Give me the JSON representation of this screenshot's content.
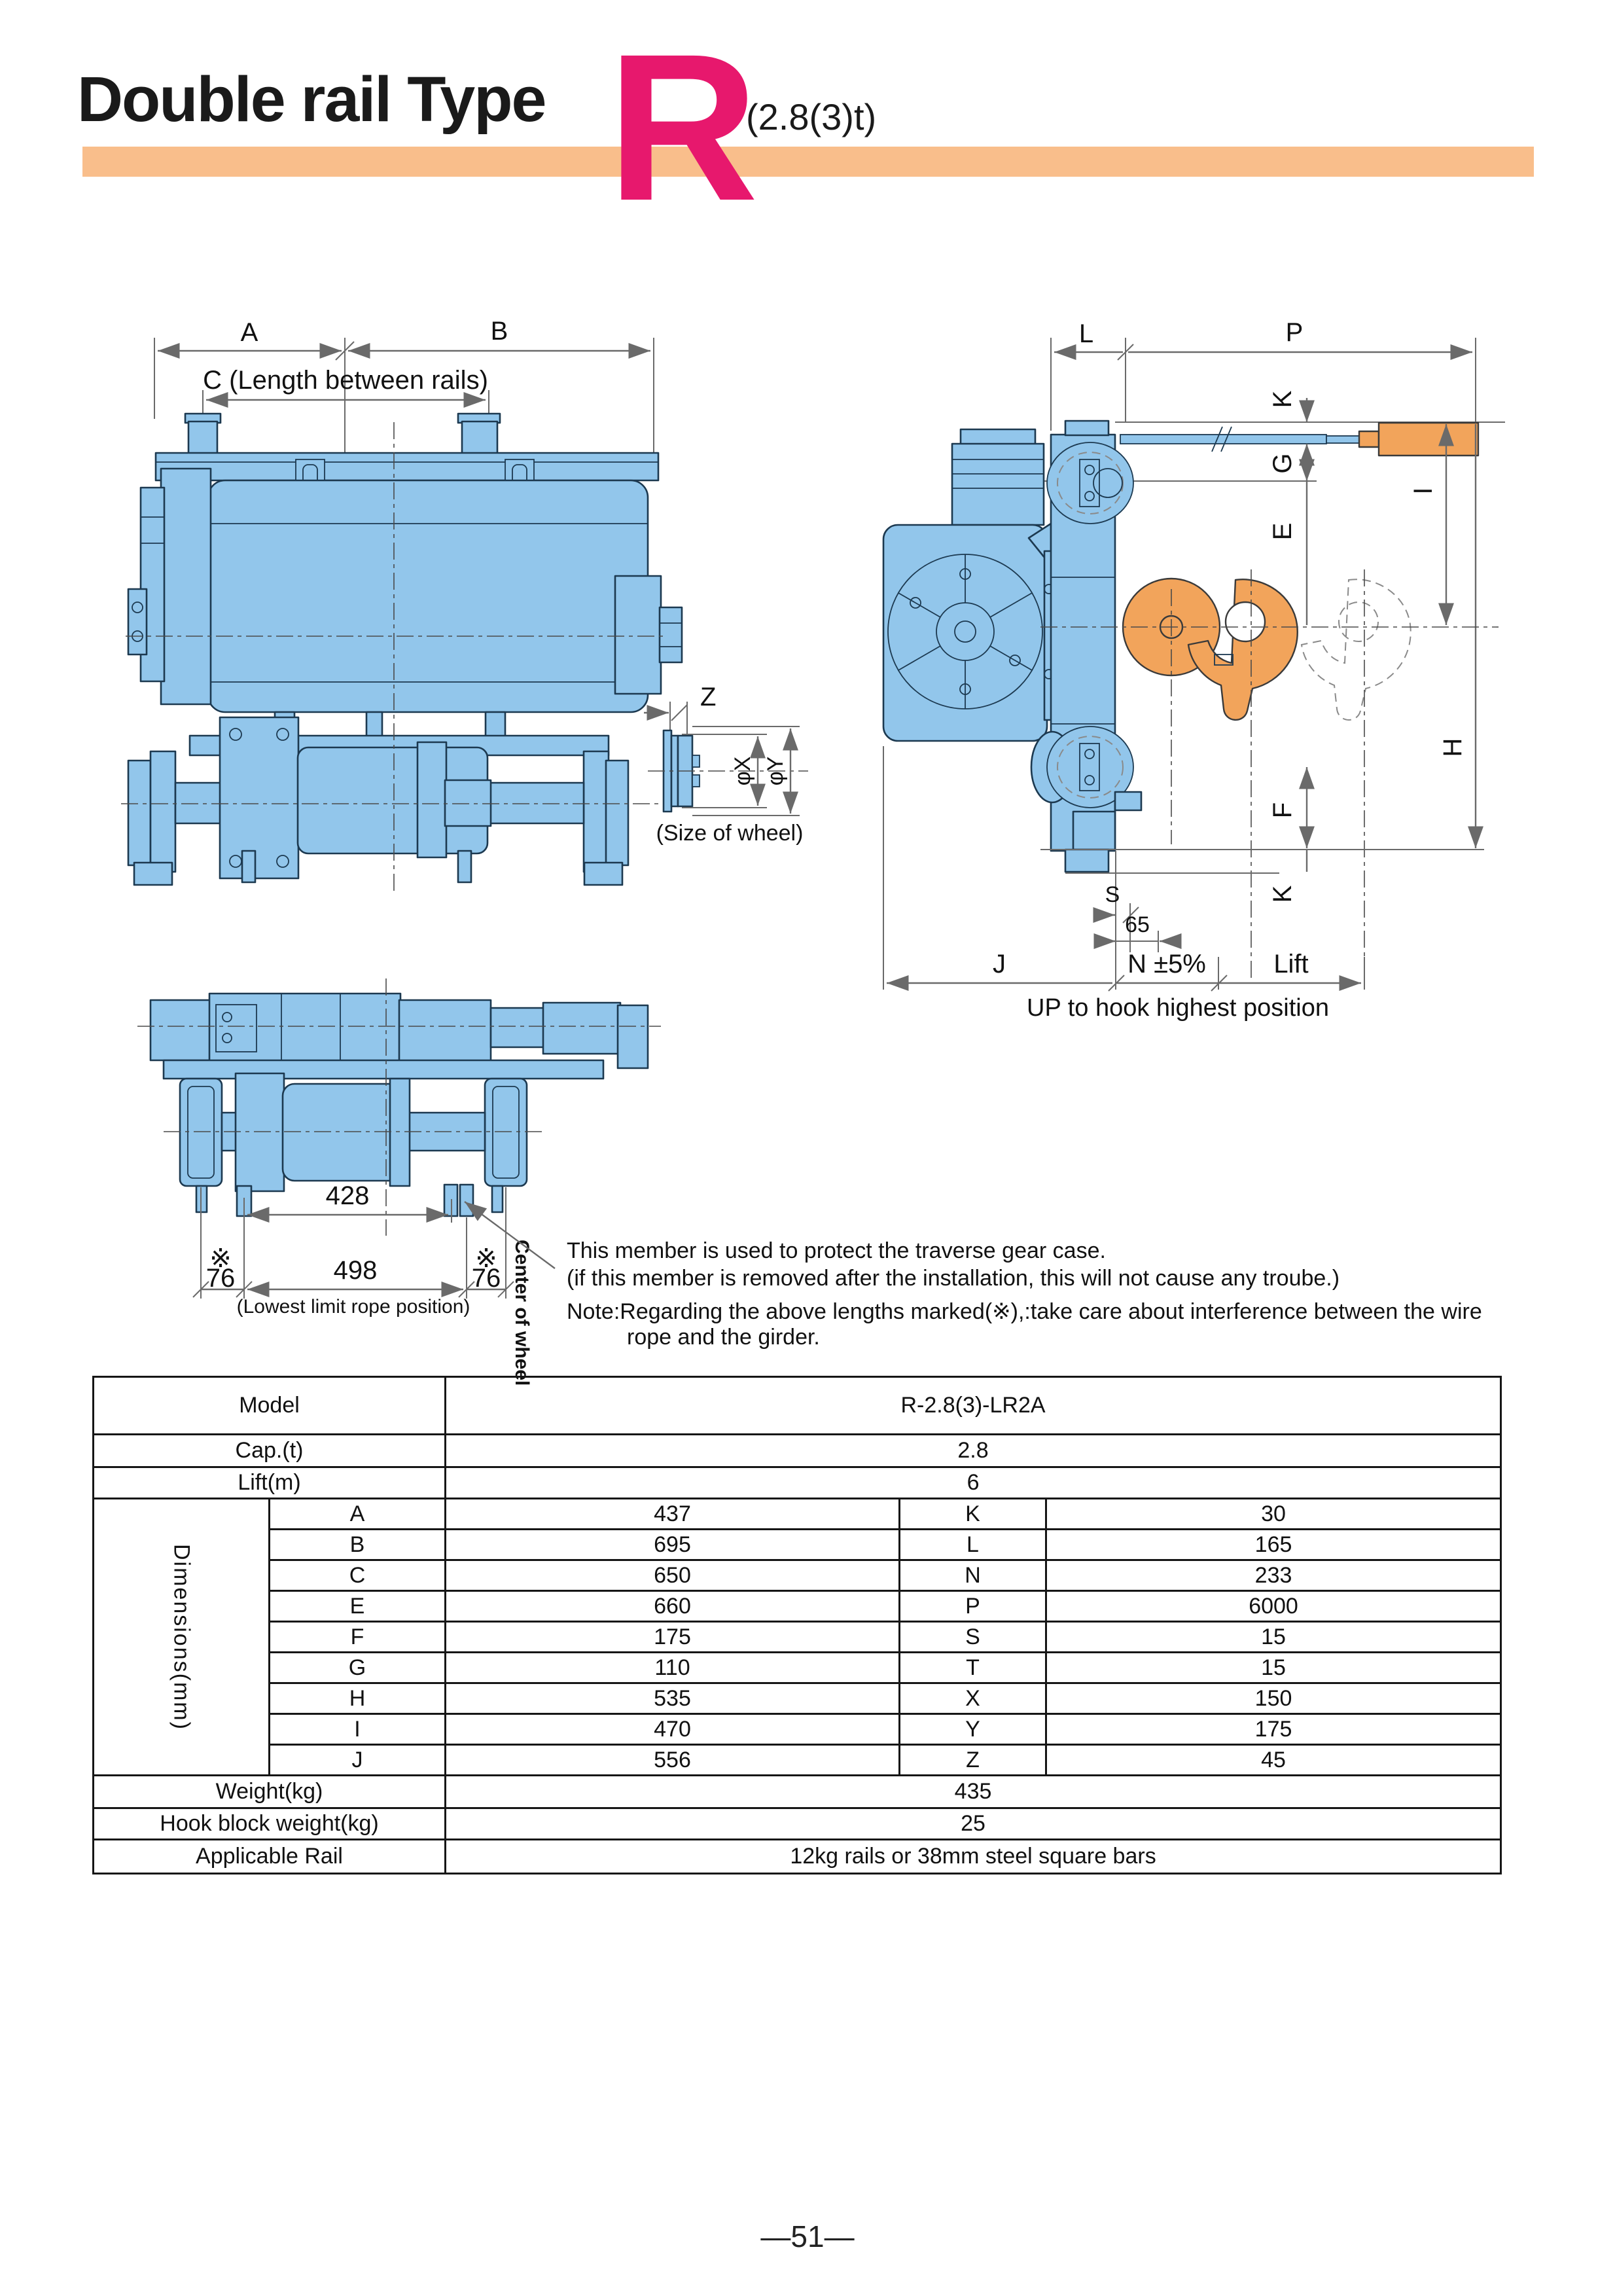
{
  "header": {
    "title": "Double rail Type",
    "type_letter": "R",
    "capacity": "(2.8(3)t)",
    "bar_color": "#F9BE8B",
    "letter_color": "#E7186D"
  },
  "colors": {
    "drawing_blue": "#92C6EB",
    "drawing_orange": "#F2A45B",
    "outline_navy": "#1C3950"
  },
  "front_view": {
    "dim_a": "A",
    "dim_b": "B",
    "dim_c": "C (Length between rails)"
  },
  "wheel_detail": {
    "dim_z": "Z",
    "dim_x": "φX",
    "dim_y": "φY",
    "caption": "(Size of wheel)"
  },
  "side_view": {
    "dim_l": "L",
    "dim_p": "P",
    "dim_k_top": "K",
    "dim_g": "G",
    "dim_e": "E",
    "dim_i": "I",
    "dim_h": "H",
    "dim_f": "F",
    "dim_k_bottom": "K",
    "dim_s": "S",
    "dim_65": "65",
    "dim_j": "J",
    "dim_n": "N ±5%",
    "dim_lift": "Lift",
    "caption": "UP to hook highest position"
  },
  "bottom_view": {
    "dim_428": "428",
    "dim_498": "498",
    "mark_left": "※",
    "val_left": "76",
    "mark_right": "※",
    "val_right": "76",
    "lowest_limit": "(Lowest limit rope position)",
    "center_of_wheel": "Center of wheel"
  },
  "notes": {
    "line1": "This member is used to protect the traverse gear case.",
    "line2": "(if this member is removed after the installation, this will not cause any troube.)",
    "note_line1": "Note:Regarding the above lengths marked(※),:take care about interference between the wire",
    "note_line2": "rope and the girder."
  },
  "table": {
    "model_label": "Model",
    "model_value": "R-2.8(3)-LR2A",
    "cap_label": "Cap.(t)",
    "cap_value": "2.8",
    "lift_label": "Lift(m)",
    "lift_value": "6",
    "dims_label": "Dimensions(mm)",
    "dim_rows": [
      {
        "k1": "A",
        "v1": "437",
        "k2": "K",
        "v2": "30"
      },
      {
        "k1": "B",
        "v1": "695",
        "k2": "L",
        "v2": "165"
      },
      {
        "k1": "C",
        "v1": "650",
        "k2": "N",
        "v2": "233"
      },
      {
        "k1": "E",
        "v1": "660",
        "k2": "P",
        "v2": "6000"
      },
      {
        "k1": "F",
        "v1": "175",
        "k2": "S",
        "v2": "15"
      },
      {
        "k1": "G",
        "v1": "110",
        "k2": "T",
        "v2": "15"
      },
      {
        "k1": "H",
        "v1": "535",
        "k2": "X",
        "v2": "150"
      },
      {
        "k1": "I",
        "v1": "470",
        "k2": "Y",
        "v2": "175"
      },
      {
        "k1": "J",
        "v1": "556",
        "k2": "Z",
        "v2": "45"
      }
    ],
    "weight_label": "Weight(kg)",
    "weight_value": "435",
    "hook_label": "Hook block weight(kg)",
    "hook_value": "25",
    "rail_label": "Applicable  Rail",
    "rail_value": "12kg rails or 38mm steel square bars"
  },
  "footer": {
    "page_number": "—51—"
  }
}
